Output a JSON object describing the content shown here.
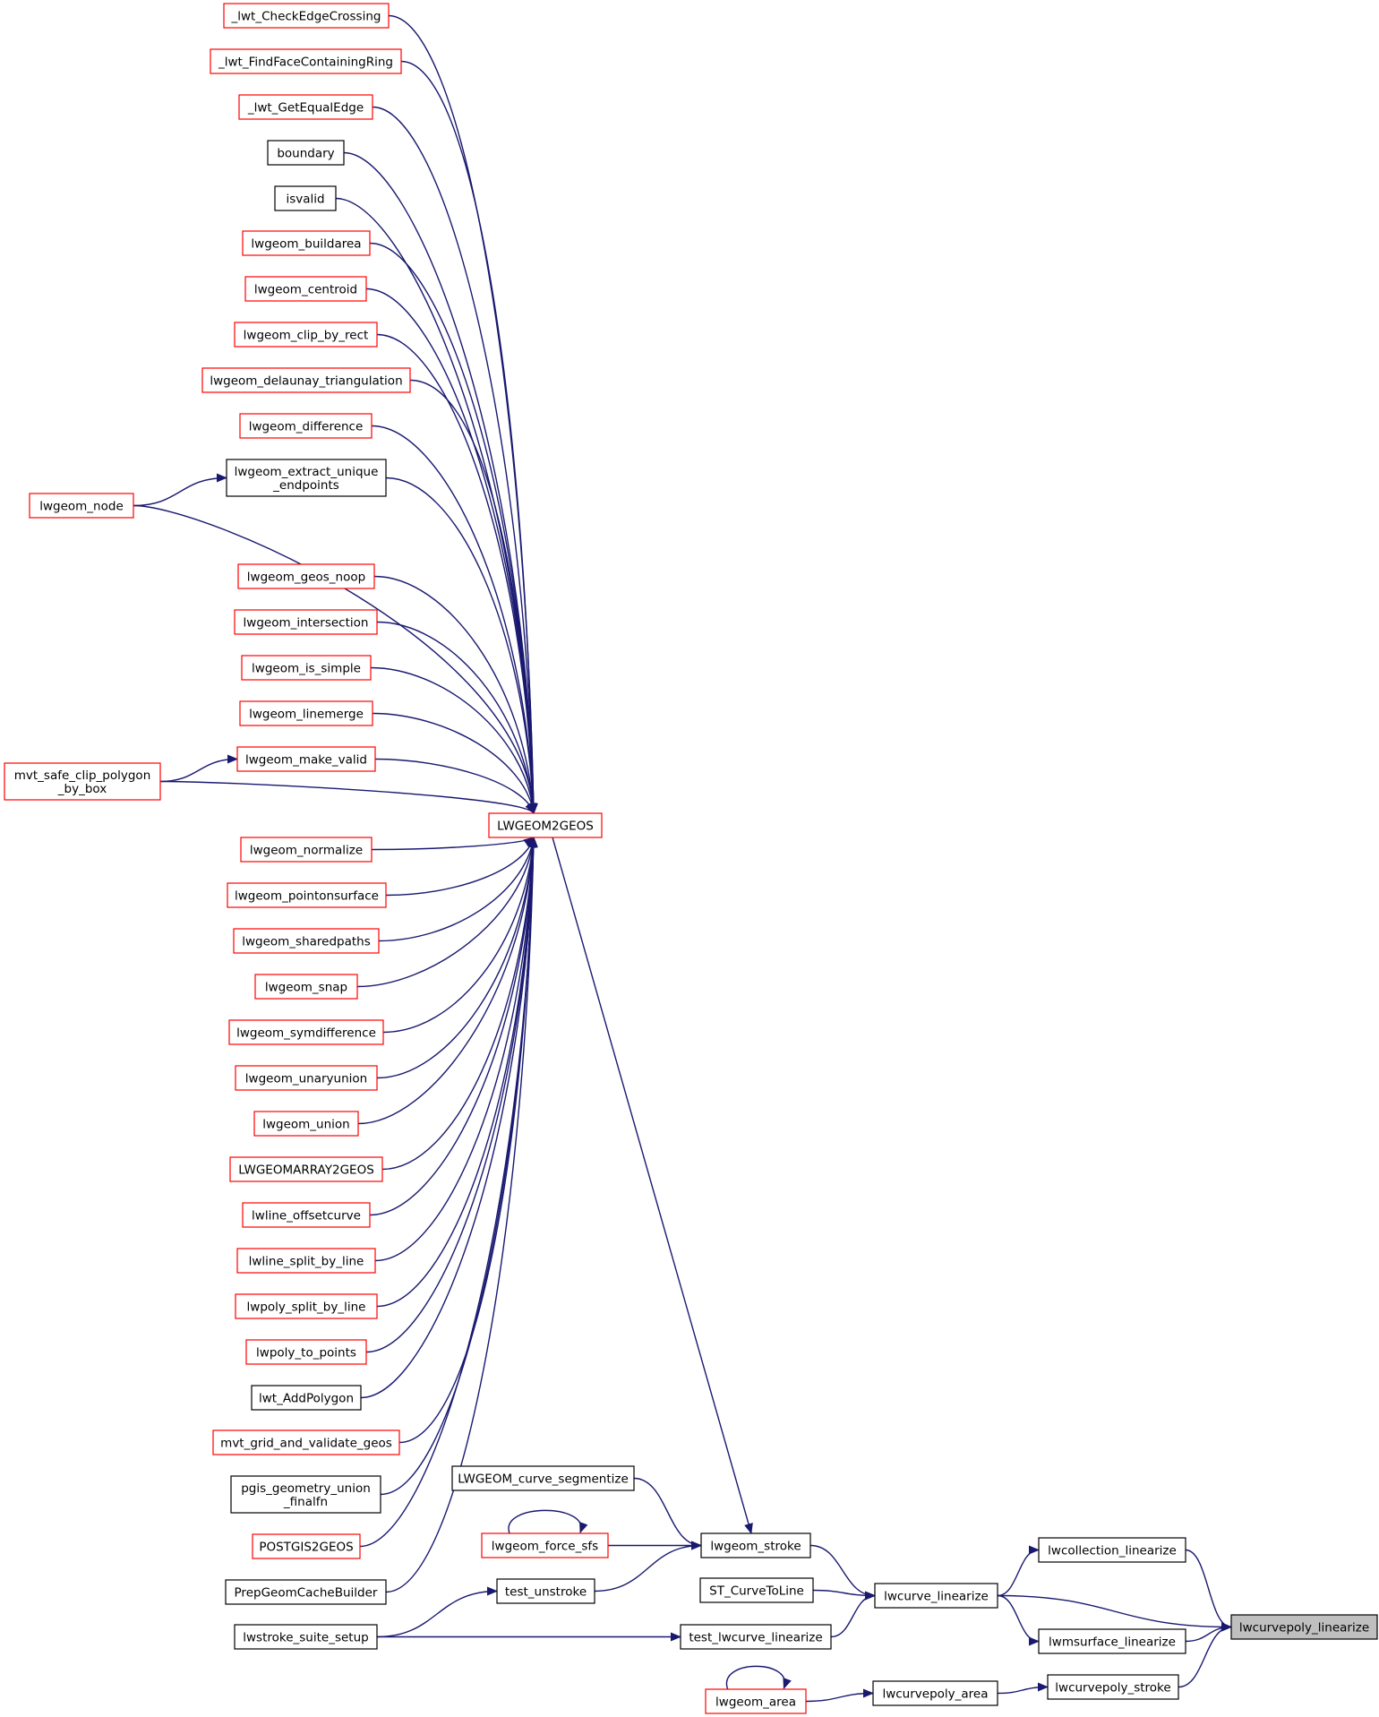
{
  "colors": {
    "edge": "#191970",
    "node_border_red": "#ff0000",
    "node_border_black": "#000000",
    "root_fill": "#bfbfbf",
    "node_fill": "#ffffff"
  },
  "nodes": [
    {
      "id": "lwcurvepoly_linearize",
      "lines": [
        "lwcurvepoly_linearize"
      ],
      "border": "black",
      "root": true
    },
    {
      "id": "lwcollection_linearize",
      "lines": [
        "lwcollection_linearize"
      ],
      "border": "black"
    },
    {
      "id": "lwcurve_linearize",
      "lines": [
        "lwcurve_linearize"
      ],
      "border": "black"
    },
    {
      "id": "lwmsurface_linearize",
      "lines": [
        "lwmsurface_linearize"
      ],
      "border": "black"
    },
    {
      "id": "lwcurvepoly_stroke",
      "lines": [
        "lwcurvepoly_stroke"
      ],
      "border": "black"
    },
    {
      "id": "lwcurvepoly_area",
      "lines": [
        "lwcurvepoly_area"
      ],
      "border": "black"
    },
    {
      "id": "lwgeom_area",
      "lines": [
        "lwgeom_area"
      ],
      "border": "red"
    },
    {
      "id": "lwgeom_stroke",
      "lines": [
        "lwgeom_stroke"
      ],
      "border": "black"
    },
    {
      "id": "ST_CurveToLine",
      "lines": [
        "ST_CurveToLine"
      ],
      "border": "black"
    },
    {
      "id": "test_lwcurve_linearize",
      "lines": [
        "test_lwcurve_linearize"
      ],
      "border": "black"
    },
    {
      "id": "LWGEOM_curve_segmentize",
      "lines": [
        "LWGEOM_curve_segmentize"
      ],
      "border": "black"
    },
    {
      "id": "lwgeom_force_sfs",
      "lines": [
        "lwgeom_force_sfs"
      ],
      "border": "red"
    },
    {
      "id": "test_unstroke",
      "lines": [
        "test_unstroke"
      ],
      "border": "black"
    },
    {
      "id": "lwstroke_suite_setup",
      "lines": [
        "lwstroke_suite_setup"
      ],
      "border": "black"
    },
    {
      "id": "LWGEOM2GEOS",
      "lines": [
        "LWGEOM2GEOS"
      ],
      "border": "red"
    },
    {
      "id": "_lwt_CheckEdgeCrossing",
      "lines": [
        "_lwt_CheckEdgeCrossing"
      ],
      "border": "red"
    },
    {
      "id": "_lwt_FindFaceContainingRing",
      "lines": [
        "_lwt_FindFaceContainingRing"
      ],
      "border": "red"
    },
    {
      "id": "_lwt_GetEqualEdge",
      "lines": [
        "_lwt_GetEqualEdge"
      ],
      "border": "red"
    },
    {
      "id": "boundary",
      "lines": [
        "boundary"
      ],
      "border": "black"
    },
    {
      "id": "isvalid",
      "lines": [
        "isvalid"
      ],
      "border": "black"
    },
    {
      "id": "lwgeom_buildarea",
      "lines": [
        "lwgeom_buildarea"
      ],
      "border": "red"
    },
    {
      "id": "lwgeom_centroid",
      "lines": [
        "lwgeom_centroid"
      ],
      "border": "red"
    },
    {
      "id": "lwgeom_clip_by_rect",
      "lines": [
        "lwgeom_clip_by_rect"
      ],
      "border": "red"
    },
    {
      "id": "lwgeom_delaunay_triangulation",
      "lines": [
        "lwgeom_delaunay_triangulation"
      ],
      "border": "red"
    },
    {
      "id": "lwgeom_difference",
      "lines": [
        "lwgeom_difference"
      ],
      "border": "red"
    },
    {
      "id": "lwgeom_extract_unique_endpoints",
      "lines": [
        "lwgeom_extract_unique",
        "_endpoints"
      ],
      "border": "black"
    },
    {
      "id": "lwgeom_node",
      "lines": [
        "lwgeom_node"
      ],
      "border": "red"
    },
    {
      "id": "lwgeom_geos_noop",
      "lines": [
        "lwgeom_geos_noop"
      ],
      "border": "red"
    },
    {
      "id": "lwgeom_intersection",
      "lines": [
        "lwgeom_intersection"
      ],
      "border": "red"
    },
    {
      "id": "lwgeom_is_simple",
      "lines": [
        "lwgeom_is_simple"
      ],
      "border": "red"
    },
    {
      "id": "lwgeom_linemerge",
      "lines": [
        "lwgeom_linemerge"
      ],
      "border": "red"
    },
    {
      "id": "lwgeom_make_valid",
      "lines": [
        "lwgeom_make_valid"
      ],
      "border": "red"
    },
    {
      "id": "mvt_safe_clip_polygon_by_box",
      "lines": [
        "mvt_safe_clip_polygon",
        "_by_box"
      ],
      "border": "red"
    },
    {
      "id": "lwgeom_normalize",
      "lines": [
        "lwgeom_normalize"
      ],
      "border": "red"
    },
    {
      "id": "lwgeom_pointonsurface",
      "lines": [
        "lwgeom_pointonsurface"
      ],
      "border": "red"
    },
    {
      "id": "lwgeom_sharedpaths",
      "lines": [
        "lwgeom_sharedpaths"
      ],
      "border": "red"
    },
    {
      "id": "lwgeom_snap",
      "lines": [
        "lwgeom_snap"
      ],
      "border": "red"
    },
    {
      "id": "lwgeom_symdifference",
      "lines": [
        "lwgeom_symdifference"
      ],
      "border": "red"
    },
    {
      "id": "lwgeom_unaryunion",
      "lines": [
        "lwgeom_unaryunion"
      ],
      "border": "red"
    },
    {
      "id": "lwgeom_union",
      "lines": [
        "lwgeom_union"
      ],
      "border": "red"
    },
    {
      "id": "LWGEOMARRAY2GEOS",
      "lines": [
        "LWGEOMARRAY2GEOS"
      ],
      "border": "red"
    },
    {
      "id": "lwline_offsetcurve",
      "lines": [
        "lwline_offsetcurve"
      ],
      "border": "red"
    },
    {
      "id": "lwline_split_by_line",
      "lines": [
        "lwline_split_by_line"
      ],
      "border": "red"
    },
    {
      "id": "lwpoly_split_by_line",
      "lines": [
        "lwpoly_split_by_line"
      ],
      "border": "red"
    },
    {
      "id": "lwpoly_to_points",
      "lines": [
        "lwpoly_to_points"
      ],
      "border": "red"
    },
    {
      "id": "lwt_AddPolygon",
      "lines": [
        "lwt_AddPolygon"
      ],
      "border": "black"
    },
    {
      "id": "mvt_grid_and_validate_geos",
      "lines": [
        "mvt_grid_and_validate_geos"
      ],
      "border": "red"
    },
    {
      "id": "pgis_geometry_union_finalfn",
      "lines": [
        "pgis_geometry_union",
        "_finalfn"
      ],
      "border": "black"
    },
    {
      "id": "POSTGIS2GEOS",
      "lines": [
        "POSTGIS2GEOS"
      ],
      "border": "red"
    },
    {
      "id": "PrepGeomCacheBuilder",
      "lines": [
        "PrepGeomCacheBuilder"
      ],
      "border": "black"
    }
  ],
  "edges": [
    {
      "from": "lwcollection_linearize",
      "to": "lwcurvepoly_linearize"
    },
    {
      "from": "lwcurve_linearize",
      "to": "lwcurvepoly_linearize"
    },
    {
      "from": "lwmsurface_linearize",
      "to": "lwcurvepoly_linearize"
    },
    {
      "from": "lwcurvepoly_stroke",
      "to": "lwcurvepoly_linearize"
    },
    {
      "from": "lwcurve_linearize",
      "to": "lwcollection_linearize"
    },
    {
      "from": "lwcurve_linearize",
      "to": "lwmsurface_linearize"
    },
    {
      "from": "lwcurvepoly_area",
      "to": "lwcurvepoly_stroke"
    },
    {
      "from": "lwgeom_area",
      "to": "lwcurvepoly_area"
    },
    {
      "from": "lwgeom_area",
      "to": "lwgeom_area",
      "self": true
    },
    {
      "from": "lwgeom_stroke",
      "to": "lwcurve_linearize"
    },
    {
      "from": "ST_CurveToLine",
      "to": "lwcurve_linearize"
    },
    {
      "from": "test_lwcurve_linearize",
      "to": "lwcurve_linearize"
    },
    {
      "from": "LWGEOM_curve_segmentize",
      "to": "lwgeom_stroke"
    },
    {
      "from": "lwgeom_force_sfs",
      "to": "lwgeom_stroke"
    },
    {
      "from": "lwgeom_force_sfs",
      "to": "lwgeom_force_sfs",
      "self": true
    },
    {
      "from": "test_unstroke",
      "to": "lwgeom_stroke"
    },
    {
      "from": "LWGEOM2GEOS",
      "to": "lwgeom_stroke"
    },
    {
      "from": "lwstroke_suite_setup",
      "to": "test_unstroke"
    },
    {
      "from": "lwstroke_suite_setup",
      "to": "test_lwcurve_linearize"
    },
    {
      "from": "_lwt_CheckEdgeCrossing",
      "to": "LWGEOM2GEOS"
    },
    {
      "from": "_lwt_FindFaceContainingRing",
      "to": "LWGEOM2GEOS"
    },
    {
      "from": "_lwt_GetEqualEdge",
      "to": "LWGEOM2GEOS"
    },
    {
      "from": "boundary",
      "to": "LWGEOM2GEOS"
    },
    {
      "from": "isvalid",
      "to": "LWGEOM2GEOS"
    },
    {
      "from": "lwgeom_buildarea",
      "to": "LWGEOM2GEOS"
    },
    {
      "from": "lwgeom_centroid",
      "to": "LWGEOM2GEOS"
    },
    {
      "from": "lwgeom_clip_by_rect",
      "to": "LWGEOM2GEOS"
    },
    {
      "from": "lwgeom_delaunay_triangulation",
      "to": "LWGEOM2GEOS"
    },
    {
      "from": "lwgeom_difference",
      "to": "LWGEOM2GEOS"
    },
    {
      "from": "lwgeom_extract_unique_endpoints",
      "to": "LWGEOM2GEOS"
    },
    {
      "from": "lwgeom_node",
      "to": "lwgeom_extract_unique_endpoints"
    },
    {
      "from": "lwgeom_node",
      "to": "LWGEOM2GEOS"
    },
    {
      "from": "lwgeom_geos_noop",
      "to": "LWGEOM2GEOS"
    },
    {
      "from": "lwgeom_intersection",
      "to": "LWGEOM2GEOS"
    },
    {
      "from": "lwgeom_is_simple",
      "to": "LWGEOM2GEOS"
    },
    {
      "from": "lwgeom_linemerge",
      "to": "LWGEOM2GEOS"
    },
    {
      "from": "lwgeom_make_valid",
      "to": "LWGEOM2GEOS"
    },
    {
      "from": "mvt_safe_clip_polygon_by_box",
      "to": "lwgeom_make_valid"
    },
    {
      "from": "mvt_safe_clip_polygon_by_box",
      "to": "LWGEOM2GEOS"
    },
    {
      "from": "lwgeom_normalize",
      "to": "LWGEOM2GEOS"
    },
    {
      "from": "lwgeom_pointonsurface",
      "to": "LWGEOM2GEOS"
    },
    {
      "from": "lwgeom_sharedpaths",
      "to": "LWGEOM2GEOS"
    },
    {
      "from": "lwgeom_snap",
      "to": "LWGEOM2GEOS"
    },
    {
      "from": "lwgeom_symdifference",
      "to": "LWGEOM2GEOS"
    },
    {
      "from": "lwgeom_unaryunion",
      "to": "LWGEOM2GEOS"
    },
    {
      "from": "lwgeom_union",
      "to": "LWGEOM2GEOS"
    },
    {
      "from": "LWGEOMARRAY2GEOS",
      "to": "LWGEOM2GEOS"
    },
    {
      "from": "lwline_offsetcurve",
      "to": "LWGEOM2GEOS"
    },
    {
      "from": "lwline_split_by_line",
      "to": "LWGEOM2GEOS"
    },
    {
      "from": "lwpoly_split_by_line",
      "to": "LWGEOM2GEOS"
    },
    {
      "from": "lwpoly_to_points",
      "to": "LWGEOM2GEOS"
    },
    {
      "from": "lwt_AddPolygon",
      "to": "LWGEOM2GEOS"
    },
    {
      "from": "mvt_grid_and_validate_geos",
      "to": "LWGEOM2GEOS"
    },
    {
      "from": "pgis_geometry_union_finalfn",
      "to": "LWGEOM2GEOS"
    },
    {
      "from": "POSTGIS2GEOS",
      "to": "LWGEOM2GEOS"
    },
    {
      "from": "PrepGeomCacheBuilder",
      "to": "LWGEOM2GEOS"
    }
  ]
}
